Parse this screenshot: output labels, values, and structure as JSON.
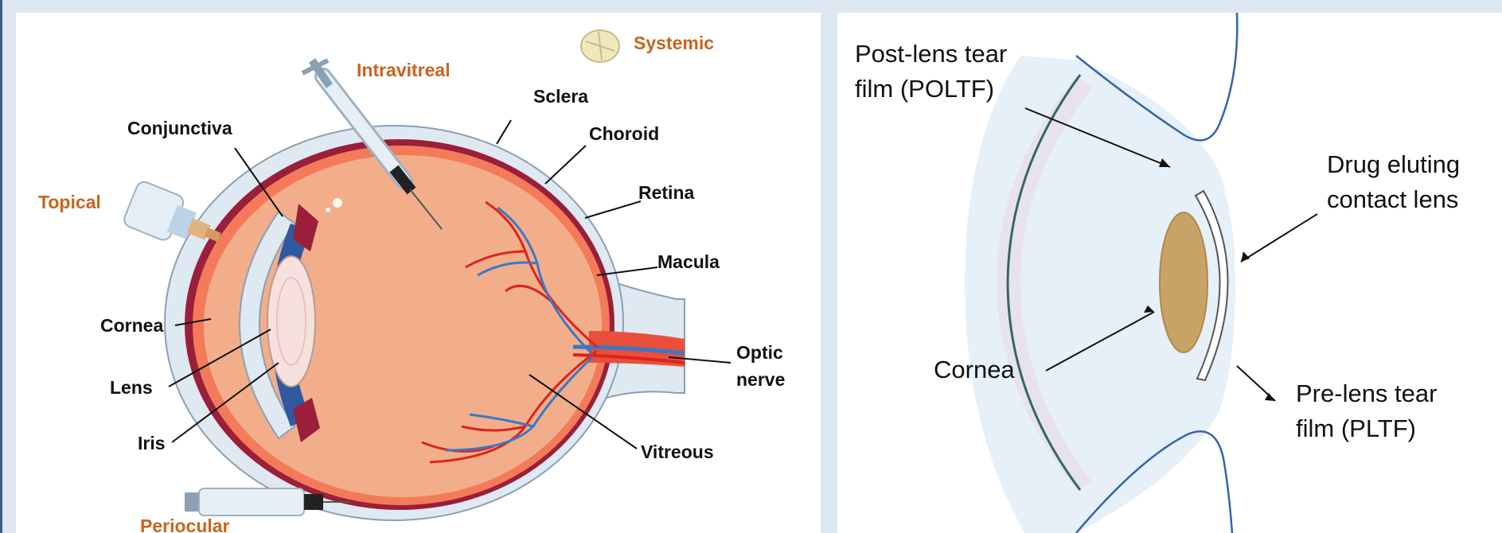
{
  "left_panel": {
    "routes": {
      "systemic": "Systemic",
      "intravitreal": "Intravitreal",
      "topical": "Topical",
      "periocular": "Periocular"
    },
    "structures": {
      "sclera": "Sclera",
      "conjunctiva": "Conjunctiva",
      "choroid": "Choroid",
      "retina": "Retina",
      "macula": "Macula",
      "cornea": "Cornea",
      "lens": "Lens",
      "iris": "Iris",
      "optic_line1": "Optic",
      "optic_line2": "nerve",
      "vitreous": "Vitreous"
    }
  },
  "right_panel": {
    "poltf_line1": "Post-lens tear",
    "poltf_line2": "film (POLTF)",
    "lens_line1": "Drug eluting",
    "lens_line2": "contact lens",
    "cornea": "Cornea",
    "pltf_line1": "Pre-lens tear",
    "pltf_line2": "film (PLTF)"
  },
  "colors": {
    "route_label": "#c8641d",
    "vitreous_fill": "#f2ae8a",
    "choroid": "#9b1f3a",
    "sclera": "#dfe9f2",
    "artery": "#e0221c",
    "vein": "#3b78c4",
    "cornea_right": "#c8a366",
    "eyelid_line": "#3563b0"
  }
}
